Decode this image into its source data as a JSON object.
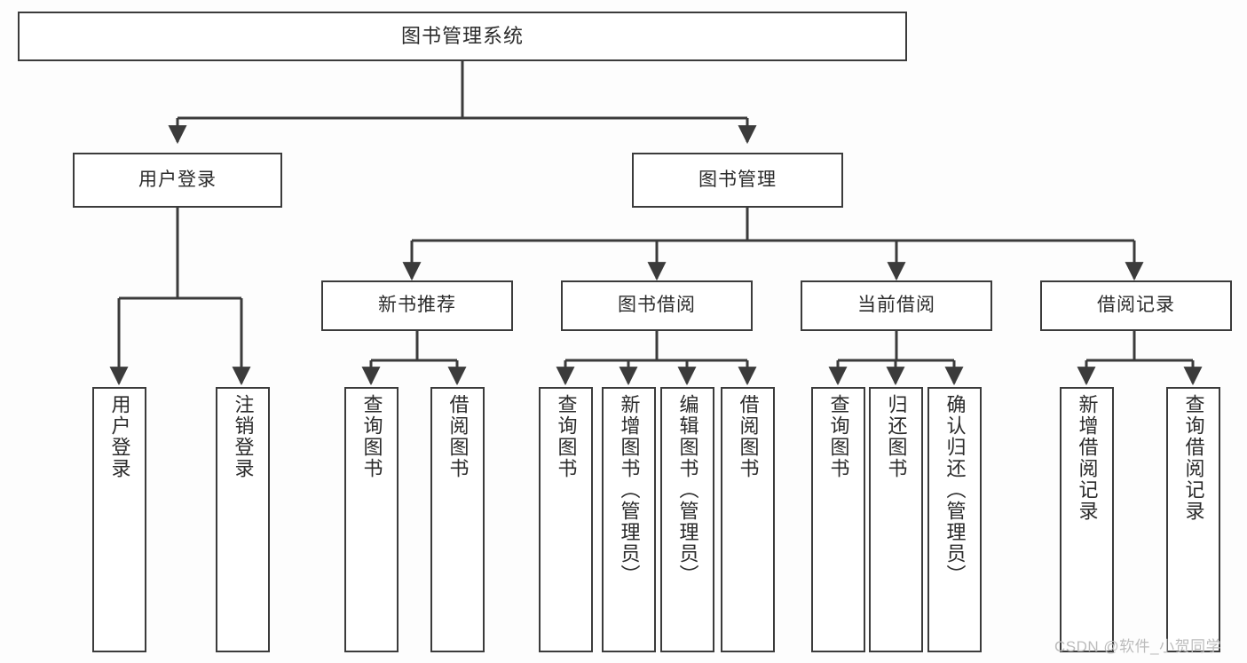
{
  "diagram": {
    "title": "图书管理系统",
    "type": "tree",
    "line_color": "#3b3b3b",
    "box_fill": "#ffffff",
    "background": "#fdfdfd",
    "text_color": "#2b2b2b"
  },
  "root": {
    "label": "图书管理系统"
  },
  "level2": [
    {
      "label": "用户登录"
    },
    {
      "label": "图书管理"
    }
  ],
  "level3": [
    {
      "label": "新书推荐"
    },
    {
      "label": "图书借阅"
    },
    {
      "label": "当前借阅"
    },
    {
      "label": "借阅记录"
    }
  ],
  "leaves": {
    "user_login": [
      {
        "label": "用户登录"
      },
      {
        "label": "注销登录"
      }
    ],
    "new_book": [
      {
        "label": "查询图书"
      },
      {
        "label": "借阅图书"
      }
    ],
    "book_borrow": [
      {
        "label": "查询图书"
      },
      {
        "label": "新增图书（管理员）"
      },
      {
        "label": "编辑图书（管理员）"
      },
      {
        "label": "借阅图书"
      }
    ],
    "current_borrow": [
      {
        "label": "查询图书"
      },
      {
        "label": "归还图书"
      },
      {
        "label": "确认归还（管理员）"
      }
    ],
    "borrow_record": [
      {
        "label": "新增借阅记录"
      },
      {
        "label": "查询借阅记录"
      }
    ]
  },
  "watermark": {
    "text": "CSDN @软件_小贺同学"
  }
}
